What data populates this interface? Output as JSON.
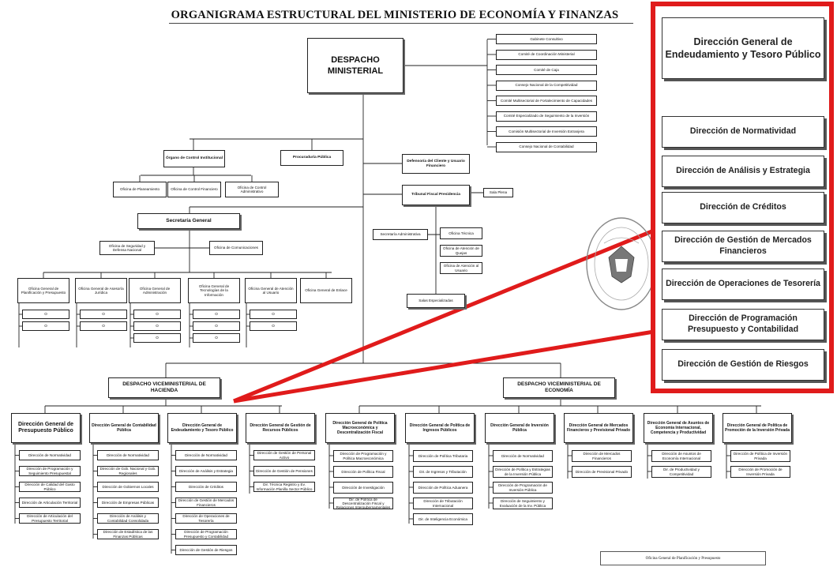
{
  "title": "ORGANIGRAMA ESTRUCTURAL DEL MINISTERIO DE ECONOMÍA Y FINANZAS",
  "despacho": "DESPACHO MINISTERIAL",
  "right_committees": [
    "Gabinete Consultivo",
    "Comité de Coordinación Ministerial",
    "Comité de Caja",
    "Consejo Nacional de la Competitividad",
    "Comité Multisectorial de Fortalecimiento de Capacidades",
    "Comité Especializado de Seguimiento de la Inversión",
    "Comisión Multisectorial de Inversión Extranjera",
    "Consejo Nacional de Contabilidad"
  ],
  "organo_control": "Órgano de Control Institucional",
  "control_subs": [
    "Oficina de Planeamiento",
    "Oficina de Control Financiero",
    "Oficina de Control Administrativo"
  ],
  "procuraduria": "Procuraduría Pública",
  "defensoria": "Defensoría del Cliente y Usuario Financiero",
  "tribunal": "Tribunal Fiscal Presidencia",
  "sala_plena": "Sala Plena",
  "tribunal_left": "Secretaría Administrativa",
  "tribunal_right": [
    "Oficina Técnica",
    "Oficina de Atención de Quejas",
    "Oficina de Atención al Usuario"
  ],
  "salas": "Salas Especializadas",
  "secretaria": "Secretaría General",
  "secretaria_subs": [
    "Oficina de Seguridad y Defensa Nacional",
    "Oficina de Comunicaciones"
  ],
  "oficinas_generales": [
    {
      "name": "Oficina General de Planificación y Presupuesto",
      "subs": [
        "Oficina de Planificación y Gestión de Calidad",
        "Of. de Presupuesto y de Programación Técnica"
      ]
    },
    {
      "name": "Oficina General de Asesoría Jurídica",
      "subs": [
        "Of. de Asesoría Normativa Administrativa",
        "Oficina de Asesoría Jurídica"
      ]
    },
    {
      "name": "Oficina General de Administración",
      "subs": [
        "Of. de Recursos Humanos",
        "Oficina de Abastecimiento",
        "Oficina de Finanzas"
      ]
    },
    {
      "name": "Oficina General de Tecnologías de la Información",
      "subs": [
        "Oficina de Infraestructura Tecnológica",
        "Oficina de Sistemas de Información",
        "Of. Gestión de Seguridad de la Información"
      ]
    },
    {
      "name": "Oficina General de Atención al Usuario",
      "subs": [
        "Of. Gestión Documentaria y Archivo",
        "Oficina de Atención de Consultas"
      ]
    },
    {
      "name": "Oficina General de Enlace",
      "subs": []
    }
  ],
  "vice_hacienda": "DESPACHO VICEMINISTERIAL DE HACIENDA",
  "vice_economia": "DESPACHO VICEMINISTERIAL DE ECONOMÍA",
  "hacienda_dgs": [
    {
      "name": "Dirección General de Presupuesto Público",
      "subs": [
        "Dirección de Normatividad",
        "Dirección de Programación y Seguimiento Presupuestal",
        "Dirección de Calidad del Gasto Público",
        "Dirección de Articulación Territorial",
        "Dirección de Articulación del Presupuesto Territorial"
      ]
    },
    {
      "name": "Dirección General de Contabilidad Pública",
      "subs": [
        "Dirección de Normatividad",
        "Dirección de Gob. Nacional y Gob. Regionales",
        "Dirección de Gobiernos Locales",
        "Dirección de Empresas Públicas",
        "Dirección de Análisis y Contabilidad Consolidada",
        "Dirección de Estadística de las Finanzas Públicas"
      ]
    },
    {
      "name": "Dirección General de Endeudamiento y Tesoro Público",
      "subs": [
        "Dirección de Normatividad",
        "Dirección de Análisis y Estrategia",
        "Dirección de Créditos",
        "Dirección de Gestión de Mercados Financieros",
        "Dirección de Operaciones de Tesorería",
        "Dirección de Programación Presupuesto y Contabilidad",
        "Dirección de Gestión de Riesgos"
      ]
    },
    {
      "name": "Dirección General de Gestión de Recursos Públicos",
      "subs": [
        "Dirección de Gestión de Personal Activo",
        "Dirección de Gestión de Pensiones",
        "Dir. Técnica Registro y Ev. Información Planilla Sector Público"
      ]
    }
  ],
  "economia_dgs": [
    {
      "name": "Dirección General de Política Macroeconómica y Descentralización Fiscal",
      "subs": [
        "Dirección de Programación y Política Macroeconómica",
        "Dirección de Política Fiscal",
        "Dirección de Investigación",
        "Dir. de Política de Descentralización Fiscal y Relaciones Intergubernamentales"
      ]
    },
    {
      "name": "Dirección General de Política de Ingresos Públicos",
      "subs": [
        "Dirección de Política Tributaria",
        "Dir. de Ingresos y Tributación",
        "Dirección de Política Aduanera",
        "Dirección de Tributación Internacional",
        "Dir. de Inteligencia Económica"
      ]
    },
    {
      "name": "Dirección General de Inversión Pública",
      "subs": [
        "Dirección de Normatividad",
        "Dirección de Política y Estrategias de la Inversión Pública",
        "Dirección de Programación de Inversión Pública",
        "Dirección de Seguimiento y Evaluación de la Inv. Pública"
      ]
    },
    {
      "name": "Dirección General de Mercados Financieros y Previsional Privado",
      "subs": [
        "Dirección de Mercados Financieros",
        "Dirección de Previsional Privado"
      ]
    },
    {
      "name": "Dirección General de Asuntos de Economía Internacional, Competencia y Productividad",
      "subs": [
        "Dirección de Asuntos de Economía Internacional",
        "Dir. de Productividad y Competitividad"
      ]
    },
    {
      "name": "Dirección General de Política de Promoción de la Inversión Privada",
      "subs": [
        "Dirección de Política de Inversión Privada",
        "Dirección de Promoción de Inversión Privada"
      ]
    }
  ],
  "zoom": {
    "head": "Dirección General de Endeudamiento y Tesoro Público",
    "items": [
      "Dirección de Normatividad",
      "Dirección de Análisis y Estrategia",
      "Dirección de Créditos",
      "Dirección de Gestión de Mercados Financieros",
      "Dirección de Operaciones de Tesorería",
      "Dirección de Programación Presupuesto y Contabilidad",
      "Dirección de Gestión de Riesgos"
    ]
  },
  "footer": "Oficina General de Planificación y Presupuesto",
  "colors": {
    "highlight": "#e01b1b",
    "line": "#222"
  }
}
